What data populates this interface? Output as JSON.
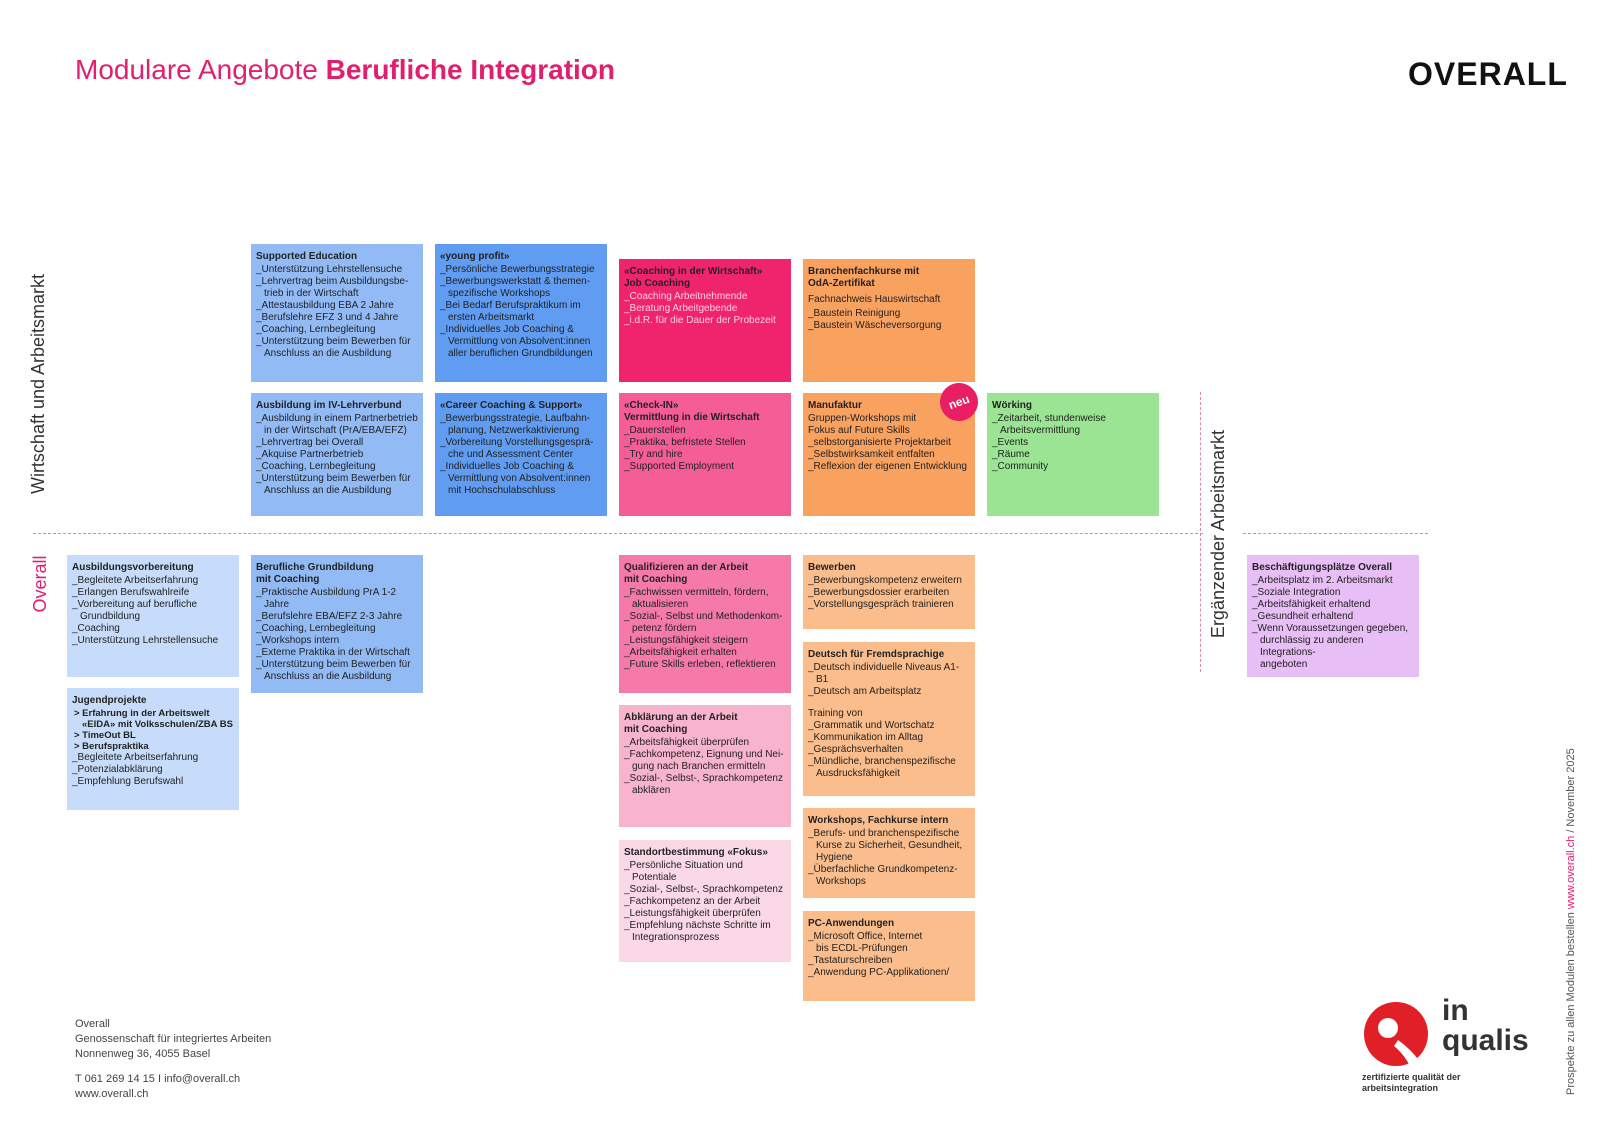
{
  "header": {
    "title_light": "Modulare Angebote",
    "title_bold": "Berufliche Integration",
    "logo": "OVERALL"
  },
  "labels": {
    "wirtschaft": "Wirtschaft und Arbeitsmarkt",
    "overall": "Overall",
    "ergaenzend": "Ergänzender Arbeitsmarkt",
    "neu": "neu"
  },
  "boxes": {
    "supported_education": {
      "title": "Supported Education",
      "items": [
        "_Unterstützung Lehrstellensuche",
        "_Lehrvertrag beim Ausbildungsbe-\ntrieb in der Wirtschaft",
        "_Attestausbildung EBA 2 Jahre",
        "_Berufslehre EFZ 3 und 4 Jahre",
        "_Coaching, Lernbegleitung",
        "_Unterstützung beim Bewerben für\nAnschluss an die Ausbildung"
      ]
    },
    "young_profit": {
      "title": "«young profit»",
      "items": [
        "_Persönliche Bewerbungsstrategie",
        "_Bewerbungswerkstatt & themen-\nspezifische Workshops",
        "_Bei Bedarf Berufspraktikum im\nersten Arbeitsmarkt",
        "_Individuelles Job Coaching &\nVermittlung von Absolvent:innen\naller beruflichen Grundbildungen"
      ]
    },
    "coaching_wirtschaft": {
      "title": "«Coaching in der Wirtschaft»\nJob Coaching",
      "items": [
        "_Coaching Arbeitnehmende",
        "_Beratung Arbeitgebende",
        "_i.d.R. für die Dauer der Probezeit"
      ]
    },
    "branchenfach": {
      "title": "Branchenfachkurse mit\nOdA-Zertifikat",
      "lead": "Fachnachweis Hauswirtschaft",
      "items": [
        "_Baustein Reinigung",
        "_Baustein Wäscheversorgung"
      ]
    },
    "iv_lehrverbund": {
      "title": "Ausbildung im IV-Lehrverbund",
      "items": [
        "_Ausbildung in einem Partnerbetrieb\nin der Wirtschaft (PrA/EBA/EFZ)",
        "_Lehrvertrag bei Overall",
        "_Akquise Partnerbetrieb",
        "_Coaching, Lernbegleitung",
        "_Unterstützung beim Bewerben für\nAnschluss an die Ausbildung"
      ]
    },
    "career_coaching": {
      "title": "«Career Coaching & Support»",
      "items": [
        "_Bewerbungsstrategie, Laufbahn-\nplanung, Netzwerkaktivierung",
        "_Vorbereitung Vorstellungsgesprä-\nche und Assessment Center",
        "_Individuelles Job Coaching &\nVermittlung von Absolvent:innen\nmit Hochschulabschluss"
      ]
    },
    "check_in": {
      "title": "«Check-IN»\nVermittlung in die Wirtschaft",
      "items": [
        "_Dauerstellen",
        "_Praktika, befristete Stellen",
        "_Try and hire",
        "_Supported Employment"
      ]
    },
    "manufaktur": {
      "title": "Manufaktur",
      "lead": "Gruppen-Workshops mit\nFokus auf Future Skills",
      "items": [
        "_selbstorganisierte Projektarbeit",
        "_Selbstwirksamkeit entfalten",
        "_Reflexion der eigenen Entwicklung"
      ]
    },
    "woerking": {
      "title": "Wörking",
      "items": [
        "_Zeitarbeit, stundenweise\nArbeitsvermittlung",
        "_Events",
        "_Räume",
        "_Community"
      ]
    },
    "ausbildungsvorbereitung": {
      "title": "Ausbildungsvorbereitung",
      "items": [
        "_Begleitete Arbeitserfahrung",
        "_Erlangen Berufswahlreife",
        "_Vorbereitung auf berufliche\nGrundbildung",
        "_Coaching",
        "_Unterstützung Lehrstellensuche"
      ]
    },
    "jugendprojekte": {
      "title": "Jugendprojekte",
      "subs": [
        "> Erfahrung in der Arbeitswelt\n«EIDA» mit Volksschulen/ZBA BS",
        "> TimeOut BL",
        "> Berufspraktika"
      ],
      "items": [
        "_Begleitete Arbeitserfahrung",
        "_Potenzialabklärung",
        "_Empfehlung Berufswahl"
      ]
    },
    "grundbildung": {
      "title": "Berufliche Grundbildung\nmit Coaching",
      "items": [
        "_Praktische Ausbildung PrA 1-2 Jahre",
        "_Berufslehre EBA/EFZ 2-3 Jahre",
        "_Coaching, Lernbegleitung",
        "_Workshops intern",
        "_Externe Praktika in der Wirtschaft",
        "_Unterstützung beim Bewerben für\nAnschluss an die Ausbildung"
      ]
    },
    "qualifizieren": {
      "title": "Qualifizieren an der Arbeit\nmit Coaching",
      "items": [
        "_Fachwissen vermitteln, fördern,\naktualisieren",
        "_Sozial-, Selbst und Methodenkom-\npetenz fördern",
        "_Leistungsfähigkeit steigern",
        "_Arbeitsfähigkeit erhalten",
        "_Future Skills erleben, reflektieren"
      ]
    },
    "abklaerung": {
      "title": "Abklärung an der Arbeit\nmit Coaching",
      "items": [
        "_Arbeitsfähigkeit überprüfen",
        "_Fachkompetenz, Eignung und Nei-\ngung nach Branchen ermitteln",
        "_Sozial-, Selbst-, Sprachkompetenz\nabklären"
      ]
    },
    "standort": {
      "title": "Standortbestimmung «Fokus»",
      "items": [
        "_Persönliche Situation und Potentiale",
        "_Sozial-, Selbst-, Sprachkompetenz",
        "_Fachkompetenz an der Arbeit",
        "_Leistungsfähigkeit überprüfen",
        "_Empfehlung nächste Schritte im\nIntegrationsprozess"
      ]
    },
    "bewerben": {
      "title": "Bewerben",
      "items": [
        "_Bewerbungskompetenz erweitern",
        "_Bewerbungsdossier erarbeiten",
        "_Vorstellungsgespräch trainieren"
      ]
    },
    "deutsch": {
      "title": "Deutsch für Fremdsprachige",
      "items": [
        "_Deutsch individuelle Niveaus A1-B1",
        "_Deutsch am Arbeitsplatz"
      ],
      "lead2": "Training von",
      "items2": [
        "_Grammatik und Wortschatz",
        "_Kommunikation im Alltag",
        "_Gesprächsverhalten",
        "_Mündliche, branchenspezifische\nAusdrucksfähigkeit"
      ]
    },
    "workshops": {
      "title": "Workshops, Fachkurse intern",
      "items": [
        "_Berufs- und branchenspezifische\nKurse zu Sicherheit, Gesundheit,\nHygiene",
        "_Überfachliche Grundkompetenz-\nWorkshops"
      ]
    },
    "pc": {
      "title": "PC-Anwendungen",
      "items": [
        "_Microsoft Office, Internet\nbis ECDL-Prüfungen",
        "_Tastaturschreiben",
        "_Anwendung PC-Applikationen/"
      ]
    },
    "beschaeftigung": {
      "title": "Beschäftigungsplätze Overall",
      "items": [
        "_Arbeitsplatz im 2. Arbeitsmarkt",
        "_Soziale Integration",
        "_Arbeitsfähigkeit erhaltend",
        "_Gesundheit erhaltend",
        "_Wenn Voraussetzungen gegeben,\ndurchlässig zu anderen Integrations-\nangeboten"
      ]
    }
  },
  "footer": {
    "address": "Overall\nGenossenschaft für integriertes Arbeiten\nNonnenweg 36, 4055 Basel",
    "contact": "T 061 269 14 15 I info@overall.ch\nwww.overall.ch",
    "inqualis_1": "in",
    "inqualis_2": "qualis",
    "inqualis_sub": "zertifizierte qualität der\narbeitsintegration",
    "side_1": "Prospekte zu allen Modulen bestellen ",
    "side_link": "www.overall.ch",
    "side_2": "  /  November 2025"
  },
  "colors": {
    "accent": "#e0206e",
    "blue": "#92bbf6",
    "blue_dark": "#5f9cf2",
    "blue_light": "#c6dcfa",
    "magenta": "#f0236d",
    "orange": "#f9a15f",
    "orange_light": "#fbbd8c",
    "green": "#9be493",
    "violet": "#e7bef5"
  }
}
